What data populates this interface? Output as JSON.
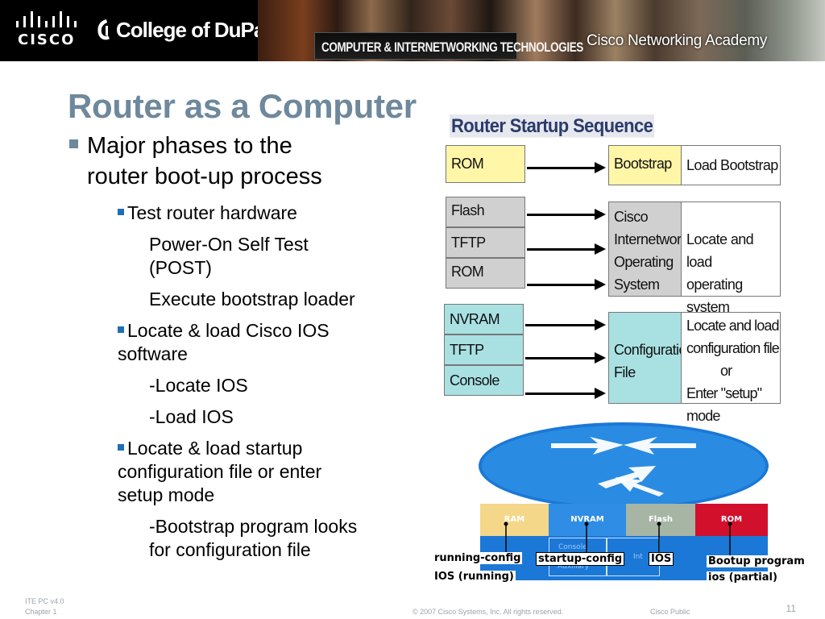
{
  "header": {
    "cisco_logo_text": "CISCO",
    "college_logo_text": "College of DuPage",
    "program_banner": "COMPUTER & INTERNETWORKING TECHNOLOGIES",
    "academy_text": "Cisco Networking Academy"
  },
  "title": "Router as a Computer",
  "bullets": {
    "main": [
      "Major phases to the",
      "router boot-up process"
    ],
    "test_hardware": "Test router hardware",
    "post": [
      "Power-On Self Test",
      "(POST)"
    ],
    "exec_bootstrap": "Execute bootstrap loader",
    "locate_ios": "Locate & load Cisco IOS",
    "locate_ios_cont": "software",
    "locate_ios_sub1": "-Locate IOS",
    "locate_ios_sub2": "-Load IOS",
    "locate_config": [
      "Locate & load startup",
      "configuration file or enter",
      "setup mode"
    ],
    "bootstrap_looks": [
      "-Bootstrap program looks",
      "for configuration file"
    ]
  },
  "sequence": {
    "title": "Router Startup Sequence",
    "row1": {
      "sources": [
        "ROM"
      ],
      "target": "Bootstrap",
      "action": "Load Bootstrap"
    },
    "row2": {
      "sources": [
        "Flash",
        "TFTP Server",
        "ROM"
      ],
      "target": [
        "Cisco",
        "Internetwork",
        "Operating",
        "System"
      ],
      "action": [
        "Locate and load",
        "operating system"
      ]
    },
    "row3": {
      "sources": [
        "NVRAM",
        "TFTP Server",
        "Console"
      ],
      "target": [
        "Configuration",
        "File"
      ],
      "action": [
        "Locate and load",
        "configuration file",
        "or",
        "Enter \"setup\" mode"
      ]
    }
  },
  "router": {
    "memory": [
      "RAM",
      "NVRAM",
      "Flash",
      "ROM"
    ],
    "ports_text": [
      "Console",
      "Auxiliary",
      "Int"
    ],
    "labels": {
      "running_config": "running-config",
      "ios_running": "IOS (running)",
      "startup_config": "startup-config",
      "ios": "IOS",
      "bootup_program": "Bootup program",
      "ios_partial": "ios (partial)"
    },
    "colors": {
      "ram": "#f5d78a",
      "nvram": "#2f8de5",
      "flash": "#a6b5a4",
      "rom": "#d2102c",
      "body": "#1b78d6"
    }
  },
  "footer": {
    "course": "ITE PC v4.0",
    "chapter": "Chapter 1",
    "copyright": "© 2007 Cisco Systems, Inc. All rights reserved.",
    "classification": "Cisco Public",
    "page": "11"
  }
}
